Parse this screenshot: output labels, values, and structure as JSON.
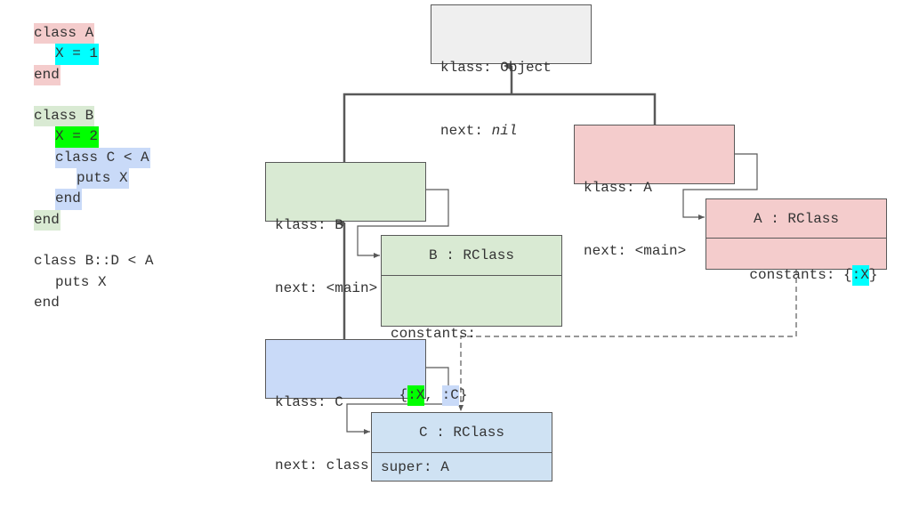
{
  "code": {
    "a_class": "class A",
    "a_const": "X = 1",
    "a_end": "end",
    "b_class": "class B",
    "b_const": "X = 2",
    "c_class": "class C < A",
    "c_puts": "puts X",
    "c_end": "end",
    "b_end": "end",
    "d_class": "class B::D < A",
    "d_puts": "puts X",
    "d_end": "end"
  },
  "nodes": {
    "object": {
      "klass": "klass: Object",
      "next_label": "next: ",
      "next_value": "nil"
    },
    "a": {
      "klass": "klass: A",
      "next": "next: <main>"
    },
    "b": {
      "klass": "klass: B",
      "next": "next: <main>"
    },
    "c": {
      "klass": "klass: C",
      "next": "next: class B"
    }
  },
  "rclasses": {
    "a": {
      "title": "A : RClass",
      "prefix": "constants: {",
      "tok_x": ":X",
      "suffix": "}"
    },
    "b": {
      "title": "B : RClass",
      "label": "constants:",
      "open": " {",
      "tok_x": ":X",
      "sep": ", ",
      "tok_c": ":C",
      "close": "}"
    },
    "c": {
      "title": "C : RClass",
      "super": "super: A"
    }
  },
  "colors": {
    "class_a": "#f4cccc",
    "class_b": "#d9ead3",
    "class_c": "#c9daf8",
    "const_a": "#00ffff",
    "const_b": "#00ff00",
    "object": "#efefef",
    "rclass_c": "#cfe2f3",
    "line": "#595959"
  }
}
